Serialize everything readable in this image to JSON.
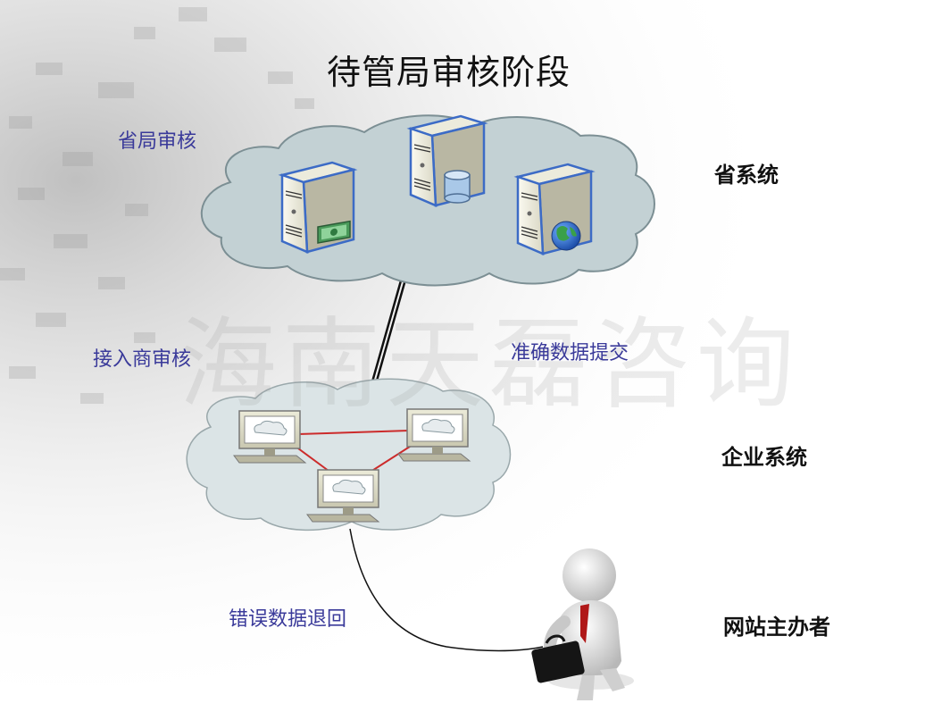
{
  "title": "待管局审核阶段",
  "watermark": "海南天磊咨询",
  "labels": {
    "province_review": "省局审核",
    "access_review": "接入商审核",
    "accurate_submit": "准确数据提交",
    "error_return": "错误数据退回"
  },
  "side_labels": {
    "province_system": "省系统",
    "enterprise_system": "企业系统",
    "site_owner": "网站主办者"
  },
  "colors": {
    "cloud_fill": "#c3d1d4",
    "cloud_stroke": "#7c8f94",
    "server_outline": "#3c6bc6",
    "lan_link": "#cc2b2b",
    "label_blue": "#3a3a9a"
  }
}
